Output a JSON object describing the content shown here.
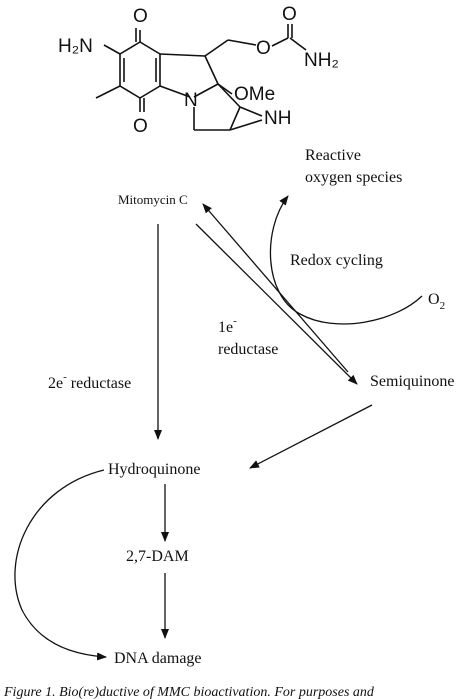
{
  "structure": {
    "atoms": {
      "o_top": "O",
      "h2n": "H₂N",
      "o_right": "O",
      "o_carbonyl": "O",
      "nh2": "NH₂",
      "o_bottom": "O",
      "n_ring": "N",
      "ome": "OMe",
      "nh": "NH"
    }
  },
  "nodes": {
    "reactive": [
      "Reactive",
      "oxygen species"
    ],
    "mitomycin": "Mitomycin C",
    "redox": "Redox cycling",
    "o2": "O",
    "o2_sub": "2",
    "one_e": "1e",
    "one_e_sup": "-",
    "reductase_1e": "reductase",
    "two_e": "2e",
    "two_e_sup": "-",
    "reductase_2e": " reductase",
    "semiquinone": "Semiquinone",
    "hydroquinone": "Hydroquinone",
    "dam": "2,7-DAM",
    "dna": "DNA damage"
  },
  "caption": "Figure 1. Bio(re)ductive of MMC bioactivation. For purposes and"
}
